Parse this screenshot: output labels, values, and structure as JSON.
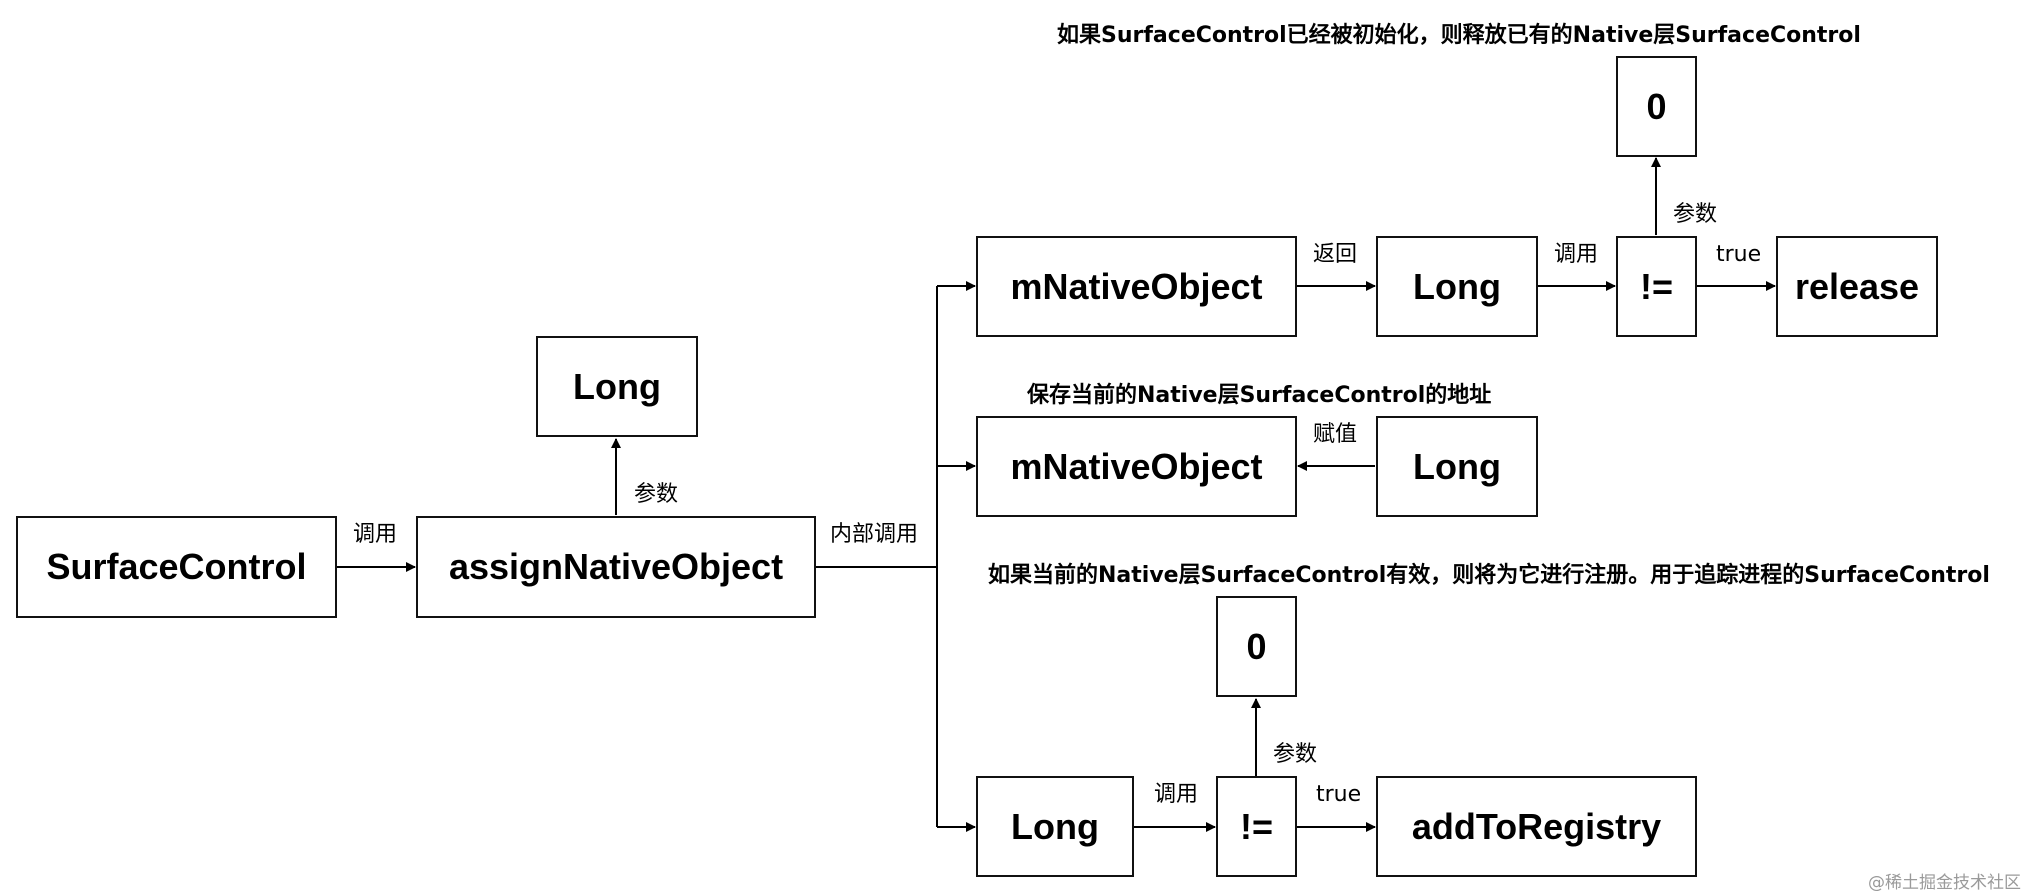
{
  "nodes": {
    "surface_control": "SurfaceControl",
    "assign_native_object": "assignNativeObject",
    "long_param": "Long",
    "m_native_object_top": "mNativeObject",
    "long_returned": "Long",
    "neq_top": "!=",
    "zero_top": "0",
    "release": "release",
    "m_native_object_mid": "mNativeObject",
    "long_assigned": "Long",
    "long_bottom": "Long",
    "neq_bottom": "!=",
    "zero_bottom": "0",
    "add_to_registry": "addToRegistry"
  },
  "edge_labels": {
    "call_1": "调用",
    "param_1": "参数",
    "internal_call": "内部调用",
    "returns": "返回",
    "call_2": "调用",
    "param_2": "参数",
    "true_1": "true",
    "assign": "赋值",
    "call_3": "调用",
    "param_3": "参数",
    "true_2": "true"
  },
  "annotations": {
    "release_note": "如果SurfaceControl已经被初始化，则释放已有的Native层SurfaceControl",
    "save_note": "保存当前的Native层SurfaceControl的地址",
    "register_note": "如果当前的Native层SurfaceControl有效，则将为它进行注册。用于追踪进程的SurfaceControl"
  },
  "watermark": "@稀土掘金技术社区"
}
